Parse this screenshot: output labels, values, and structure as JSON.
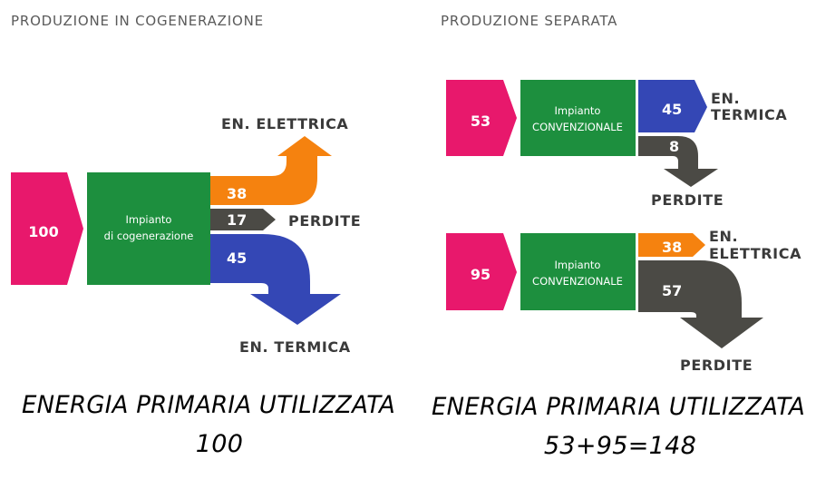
{
  "colors": {
    "magenta": "#e8186c",
    "green": "#1d8f3e",
    "orange": "#f5820f",
    "blue": "#3447b5",
    "dark_gray": "#4b4a45",
    "label_gray": "#3a3a3a",
    "title_gray": "#5a5a5a"
  },
  "cogeneration": {
    "title": "PRODUZIONE IN COGENERAZIONE",
    "input": "100",
    "plant_line1": "Impianto",
    "plant_line2": "di cogenerazione",
    "electric_value": "38",
    "electric_label": "EN. ELETTRICA",
    "loss_value": "17",
    "loss_label": "PERDITE",
    "thermal_value": "45",
    "thermal_label": "EN. TERMICA",
    "total_line1": "ENERGIA PRIMARIA UTILIZZATA",
    "total_line2": "100"
  },
  "separate": {
    "title": "PRODUZIONE SEPARATA",
    "thermal_plant": {
      "input": "53",
      "plant_line1": "Impianto",
      "plant_line2": "CONVENZIONALE",
      "output_value": "45",
      "output_label_line1": "EN.",
      "output_label_line2": "TERMICA",
      "loss_value": "8",
      "loss_label": "PERDITE"
    },
    "electric_plant": {
      "input": "95",
      "plant_line1": "Impianto",
      "plant_line2": "CONVENZIONALE",
      "output_value": "38",
      "output_label_line1": "EN.",
      "output_label_line2": "ELETTRICA",
      "loss_value": "57",
      "loss_label": "PERDITE"
    },
    "total_line1": "ENERGIA PRIMARIA UTILIZZATA",
    "total_line2": "53+95=148"
  }
}
